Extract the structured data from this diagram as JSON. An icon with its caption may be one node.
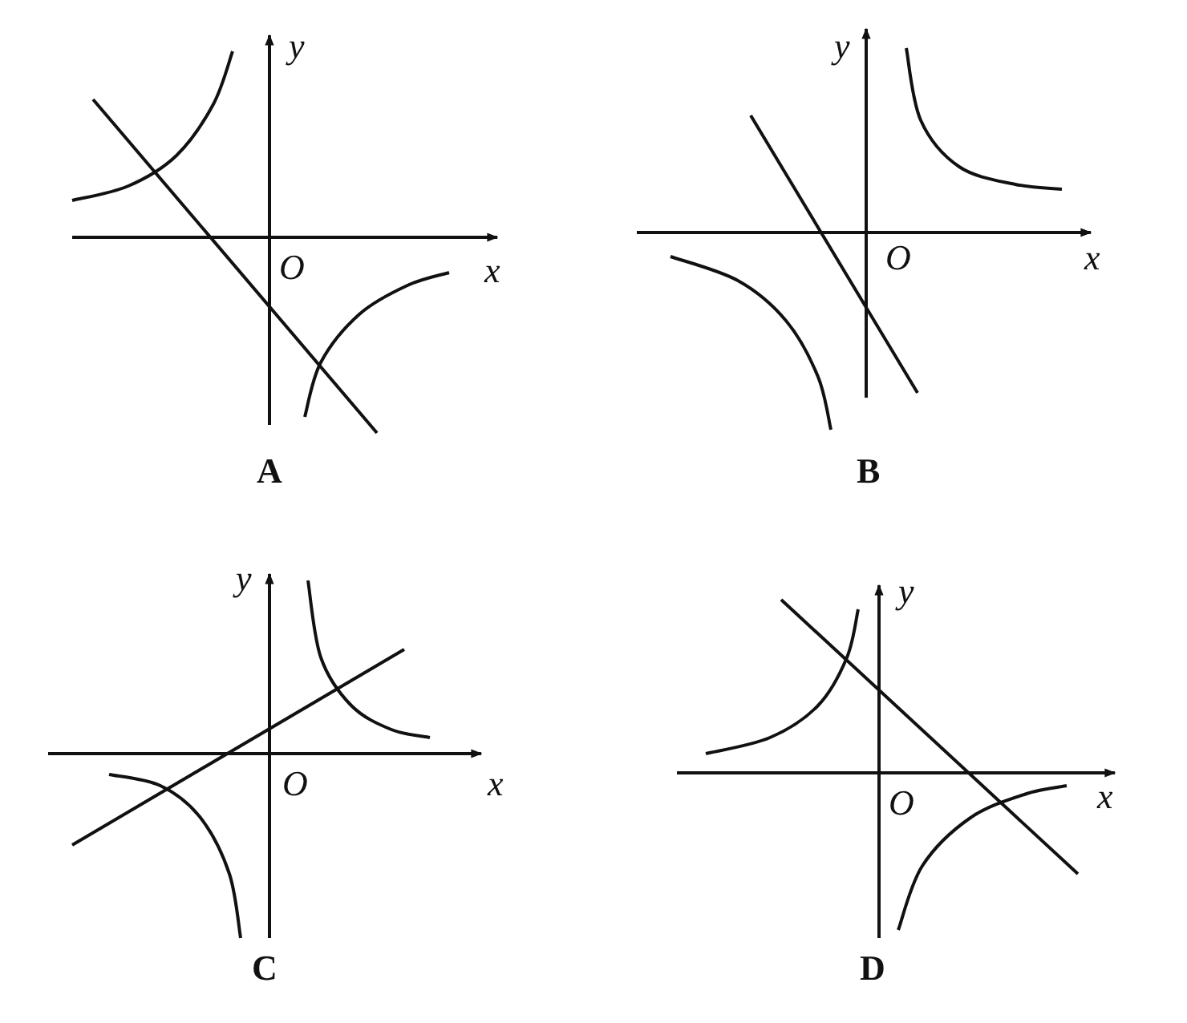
{
  "diagram": {
    "labels": [
      "y",
      "x",
      "O",
      "A",
      "y",
      "x",
      "O",
      "B",
      "y",
      "x",
      "O",
      "C",
      "y",
      "x",
      "O",
      "D"
    ]
  }
}
